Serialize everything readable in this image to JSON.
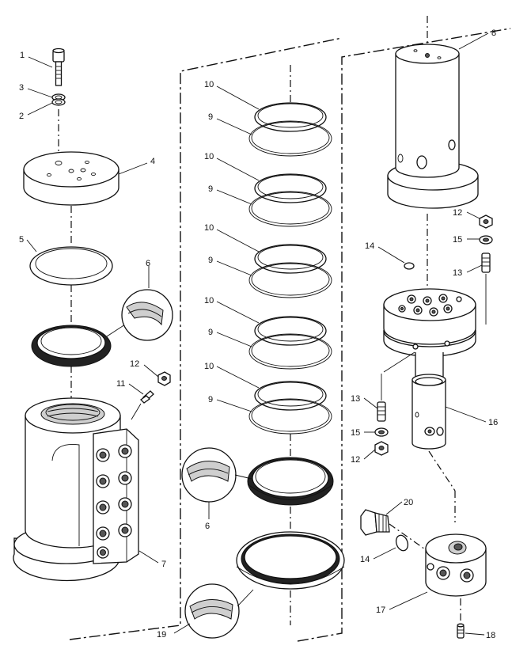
{
  "labels": [
    {
      "id": "c1",
      "text": "1"
    },
    {
      "id": "c3",
      "text": "3"
    },
    {
      "id": "c2",
      "text": "2"
    },
    {
      "id": "c4",
      "text": "4"
    },
    {
      "id": "c5",
      "text": "5"
    },
    {
      "id": "c6a",
      "text": "6"
    },
    {
      "id": "c12a",
      "text": "12"
    },
    {
      "id": "c11",
      "text": "11"
    },
    {
      "id": "c7",
      "text": "7"
    },
    {
      "id": "c10a",
      "text": "10"
    },
    {
      "id": "c9a",
      "text": "9"
    },
    {
      "id": "c10b",
      "text": "10"
    },
    {
      "id": "c9b",
      "text": "9"
    },
    {
      "id": "c10c",
      "text": "10"
    },
    {
      "id": "c9c",
      "text": "9"
    },
    {
      "id": "c10d",
      "text": "10"
    },
    {
      "id": "c9d",
      "text": "9"
    },
    {
      "id": "c10e",
      "text": "10"
    },
    {
      "id": "c9e",
      "text": "9"
    },
    {
      "id": "c6b",
      "text": "6"
    },
    {
      "id": "c19",
      "text": "19"
    },
    {
      "id": "c8",
      "text": "8"
    },
    {
      "id": "c12b",
      "text": "12"
    },
    {
      "id": "c15a",
      "text": "15"
    },
    {
      "id": "c13a",
      "text": "13"
    },
    {
      "id": "c14a",
      "text": "14"
    },
    {
      "id": "c13b",
      "text": "13"
    },
    {
      "id": "c15b",
      "text": "15"
    },
    {
      "id": "c12c",
      "text": "12"
    },
    {
      "id": "c16",
      "text": "16"
    },
    {
      "id": "c20",
      "text": "20"
    },
    {
      "id": "c14b",
      "text": "14"
    },
    {
      "id": "c17",
      "text": "17"
    },
    {
      "id": "c18",
      "text": "18"
    }
  ]
}
